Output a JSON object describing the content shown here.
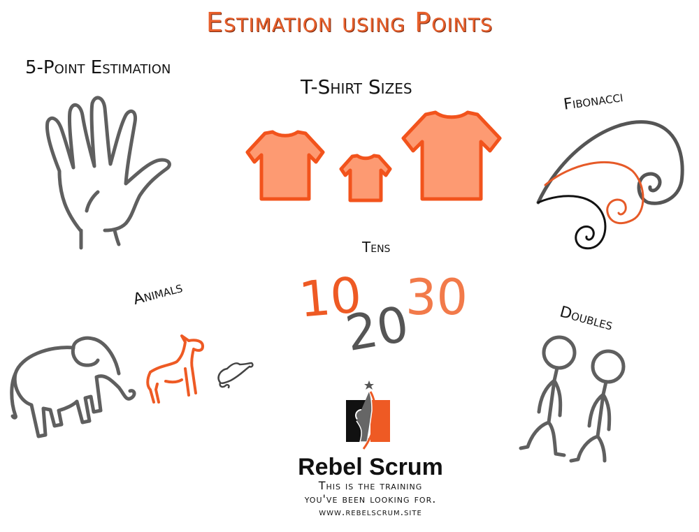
{
  "title": "Estimation using Points",
  "sections": {
    "five_point": {
      "label": "5-Point Estimation",
      "icon": "hand-icon"
    },
    "tshirt": {
      "label": "T-Shirt Sizes",
      "icon": "tshirt-icon",
      "sizes": [
        "medium",
        "small",
        "large"
      ]
    },
    "fibonacci": {
      "label": "Fibonacci",
      "icon": "fibonacci-spiral-icon"
    },
    "tens": {
      "label": "Tens",
      "values": [
        "10",
        "20",
        "30"
      ]
    },
    "animals": {
      "label": "Animals",
      "items": [
        "elephant",
        "horse",
        "mouse"
      ]
    },
    "doubles": {
      "label": "Doubles",
      "icon": "stick-figures-icon"
    }
  },
  "brand": {
    "name": "Rebel Scrum",
    "tagline_line1": "This is the training",
    "tagline_line2": "you've been looking for.",
    "url": "www.rebelscrum.site"
  },
  "colors": {
    "accent_orange": "#ee5a24",
    "shirt_fill": "#fd9a72",
    "stroke_gray": "#5f5f5f",
    "text": "#141414"
  }
}
